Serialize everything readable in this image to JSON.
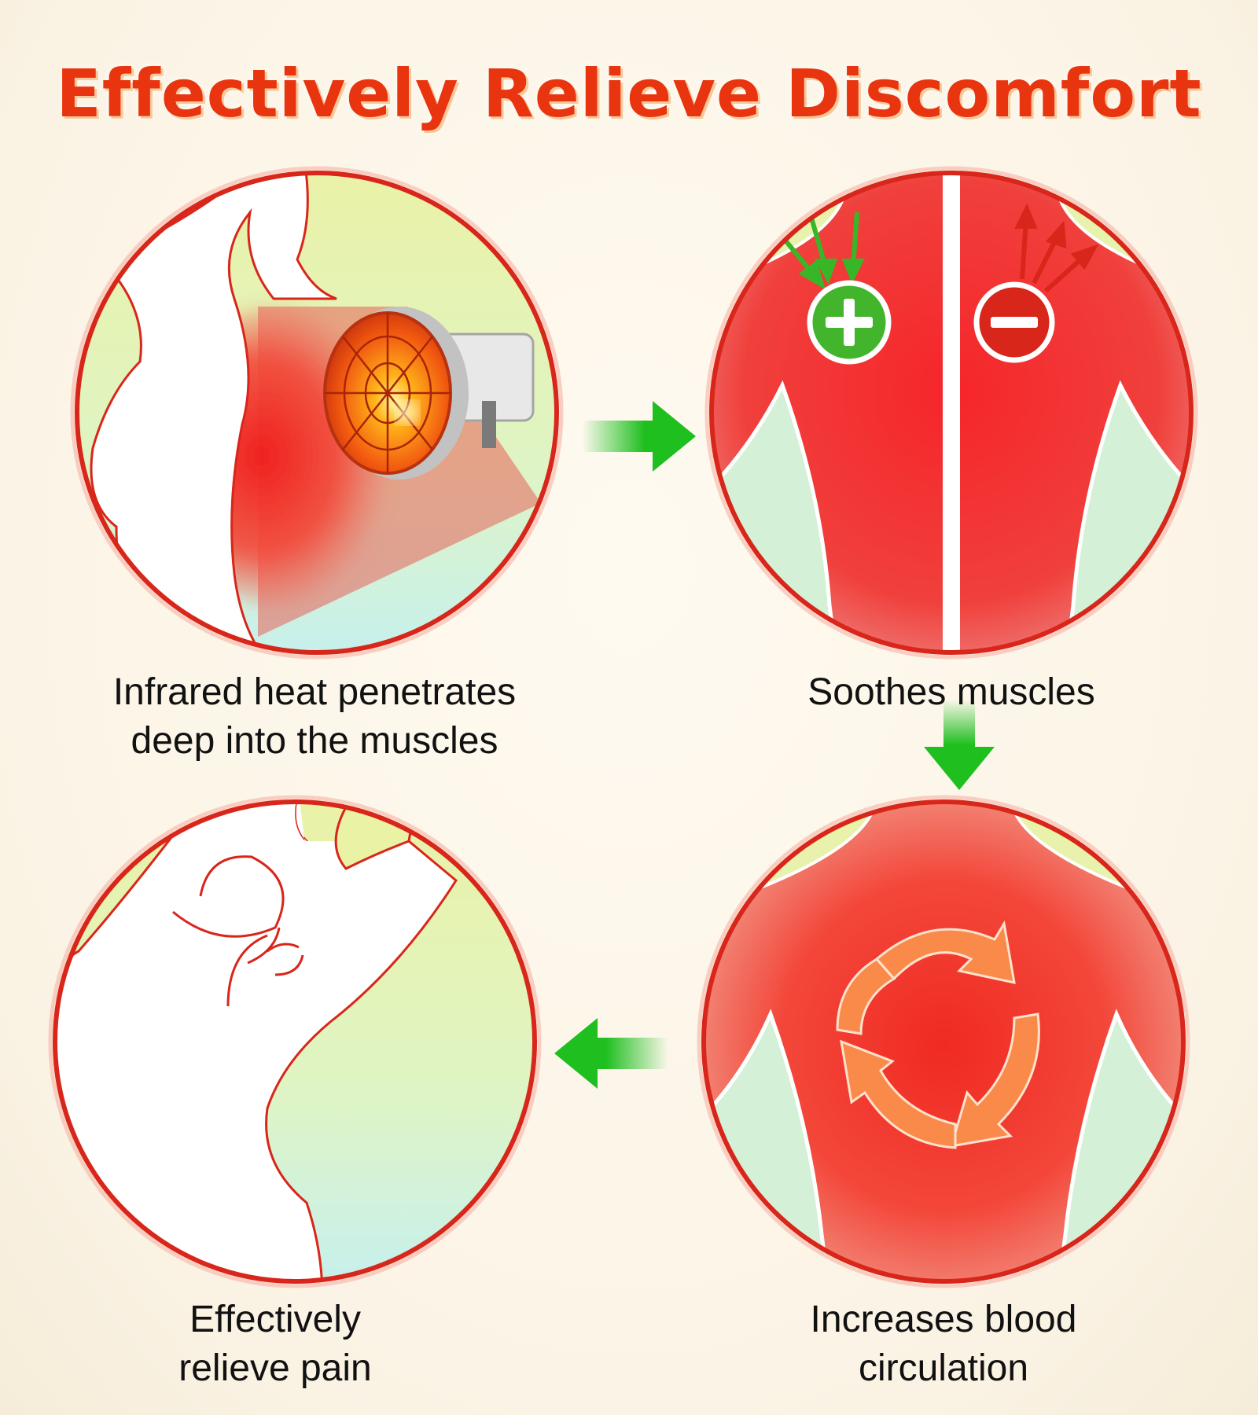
{
  "title": "Effectively Relieve Discomfort",
  "steps": [
    {
      "line1": "Infrared heat penetrates",
      "line2": "deep into the muscles",
      "illustration": "infrared-lamp-heating-back"
    },
    {
      "line1": "Soothes muscles",
      "line2": "",
      "illustration": "muscle-relaxation-plus-minus"
    },
    {
      "line1": "Increases blood",
      "line2": "circulation",
      "illustration": "blood-circulation-cycle"
    },
    {
      "line1": "Effectively",
      "line2": "relieve pain",
      "illustration": "relaxed-stretching-person"
    }
  ],
  "colors": {
    "title": "#e8340f",
    "ring": "#d8261a",
    "heat": "#f42a26",
    "arrow": "#1fbf1f",
    "background_yellow": "#e9f2a8",
    "background_teal": "#c9f1ec"
  }
}
